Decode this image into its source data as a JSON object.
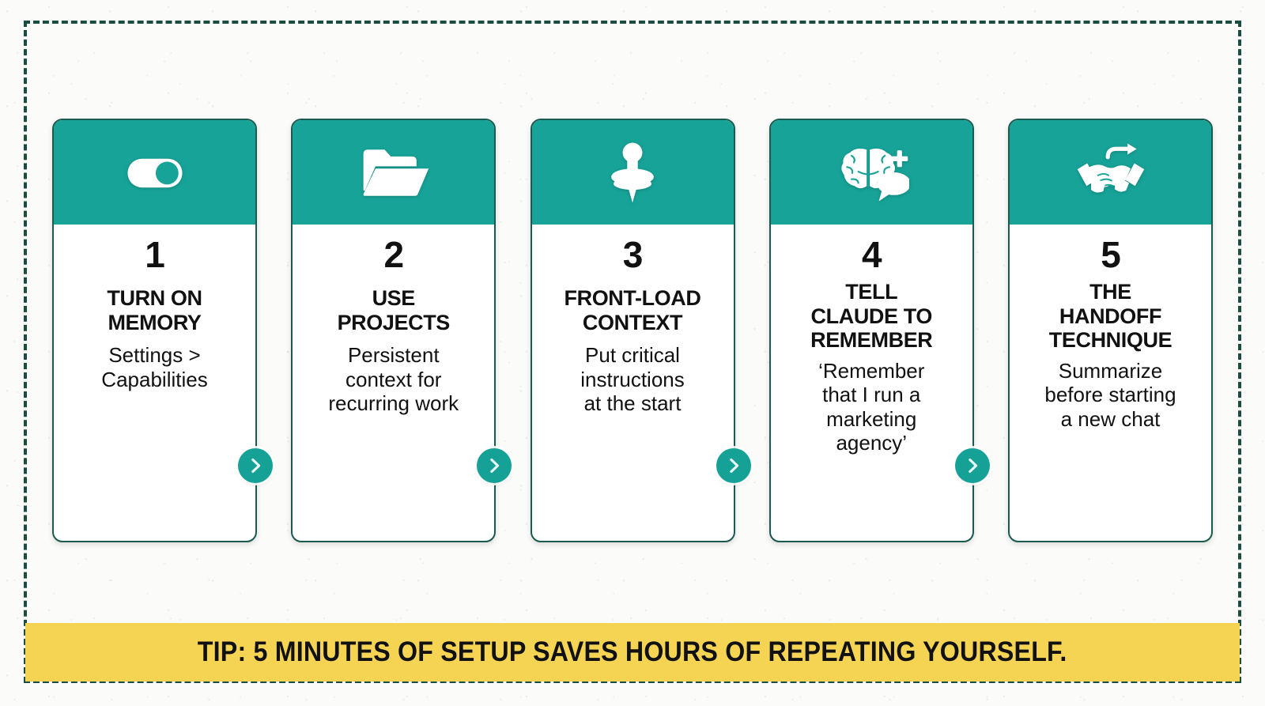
{
  "theme": {
    "teal": "#17a398",
    "dark_teal_border": "#1a5a50",
    "frame_green": "#1a4d3f",
    "banner_yellow": "#f6d453",
    "text_black": "#111111",
    "card_white": "#ffffff",
    "background": "#fbfbfa"
  },
  "cards": [
    {
      "number": "1",
      "title": "TURN ON MEMORY",
      "title_lines": [
        "TURN ON",
        "MEMORY"
      ],
      "description": "Settings > Capabilities",
      "desc_lines": [
        "Settings >",
        "Capabilities"
      ],
      "icon": "toggle-switch-icon"
    },
    {
      "number": "2",
      "title": "USE PROJECTS",
      "title_lines": [
        "USE",
        "PROJECTS"
      ],
      "description": "Persistent context for recurring work",
      "desc_lines": [
        "Persistent",
        "context for",
        "recurring work"
      ],
      "icon": "open-folder-icon"
    },
    {
      "number": "3",
      "title": "FRONT-LOAD CONTEXT",
      "title_lines": [
        "FRONT-LOAD",
        "CONTEXT"
      ],
      "description": "Put critical instructions at the start",
      "desc_lines": [
        "Put critical",
        "instructions",
        "at the start"
      ],
      "icon": "push-pin-icon"
    },
    {
      "number": "4",
      "title": "TELL CLAUDE TO REMEMBER",
      "title_lines": [
        "TELL",
        "CLAUDE TO",
        "REMEMBER"
      ],
      "description": "‘Remember that I run a marketing agency’",
      "desc_lines": [
        "‘Remember",
        "that I run a",
        "marketing",
        "agency’"
      ],
      "icon": "brain-plus-chat-icon"
    },
    {
      "number": "5",
      "title": "THE HANDOFF TECHNIQUE",
      "title_lines": [
        "THE",
        "HANDOFF",
        "TECHNIQUE"
      ],
      "description": "Summarize before starting a new chat",
      "desc_lines": [
        "Summarize",
        "before starting",
        "a new chat"
      ],
      "icon": "handshake-arrow-icon"
    }
  ],
  "connectors": [
    {
      "icon": "chevron-right-icon"
    },
    {
      "icon": "chevron-right-icon"
    },
    {
      "icon": "chevron-right-icon"
    },
    {
      "icon": "chevron-right-icon"
    }
  ],
  "banner": {
    "text": "TIP: 5 MINUTES OF SETUP SAVES HOURS OF REPEATING YOURSELF."
  }
}
